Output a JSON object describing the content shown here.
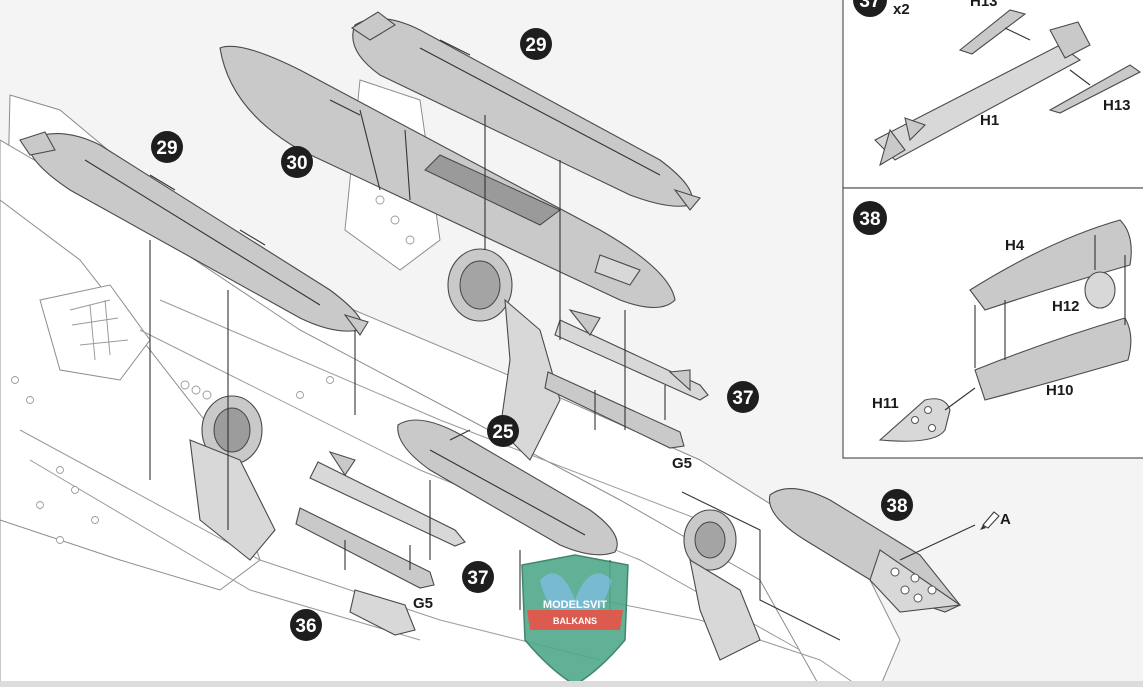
{
  "callouts": {
    "c29_top": "29",
    "c29_left": "29",
    "c30": "30",
    "c25": "25",
    "c37_right": "37",
    "c37_lower": "37",
    "c36": "36",
    "c38_inset": "38",
    "c38_main": "38",
    "c37_inset_partial": "37"
  },
  "labels": {
    "x2": "x2",
    "h13_top": "H13",
    "h13_right": "H13",
    "h1": "H1",
    "h4": "H4",
    "h12": "H12",
    "h11": "H11",
    "h10": "H10",
    "g5_right": "G5",
    "g5_left": "G5",
    "paint_a": "A"
  },
  "watermark": {
    "line1": "MODELSVIT",
    "line2": "BALKANS"
  },
  "colors": {
    "part_grey": "#c9c9c9",
    "outline": "#4a4a4a",
    "callout": "#1e1e1e",
    "shield_green": "#4fa98a",
    "shield_red": "#d94a3c",
    "shield_blue": "#6fb6d8"
  }
}
